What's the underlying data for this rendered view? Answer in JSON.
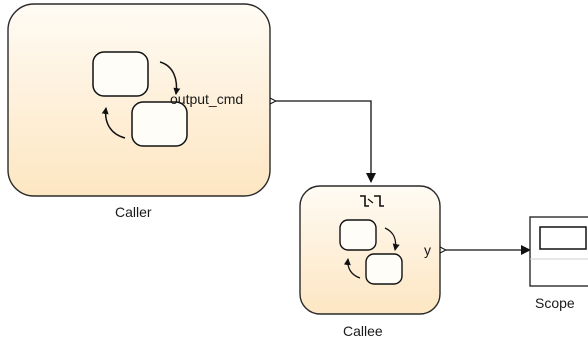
{
  "blocks": {
    "caller": {
      "name": "Caller",
      "output_port": "output_cmd"
    },
    "callee": {
      "name": "Callee",
      "output_port": "y",
      "trigger_icon": "function-call-trigger-icon"
    },
    "scope": {
      "name": "Scope"
    }
  },
  "colors": {
    "chart_fill_top": "#fffaf2",
    "chart_fill_bottom": "#fde9c8",
    "block_border": "#2a2a2a",
    "line": "#111111"
  }
}
